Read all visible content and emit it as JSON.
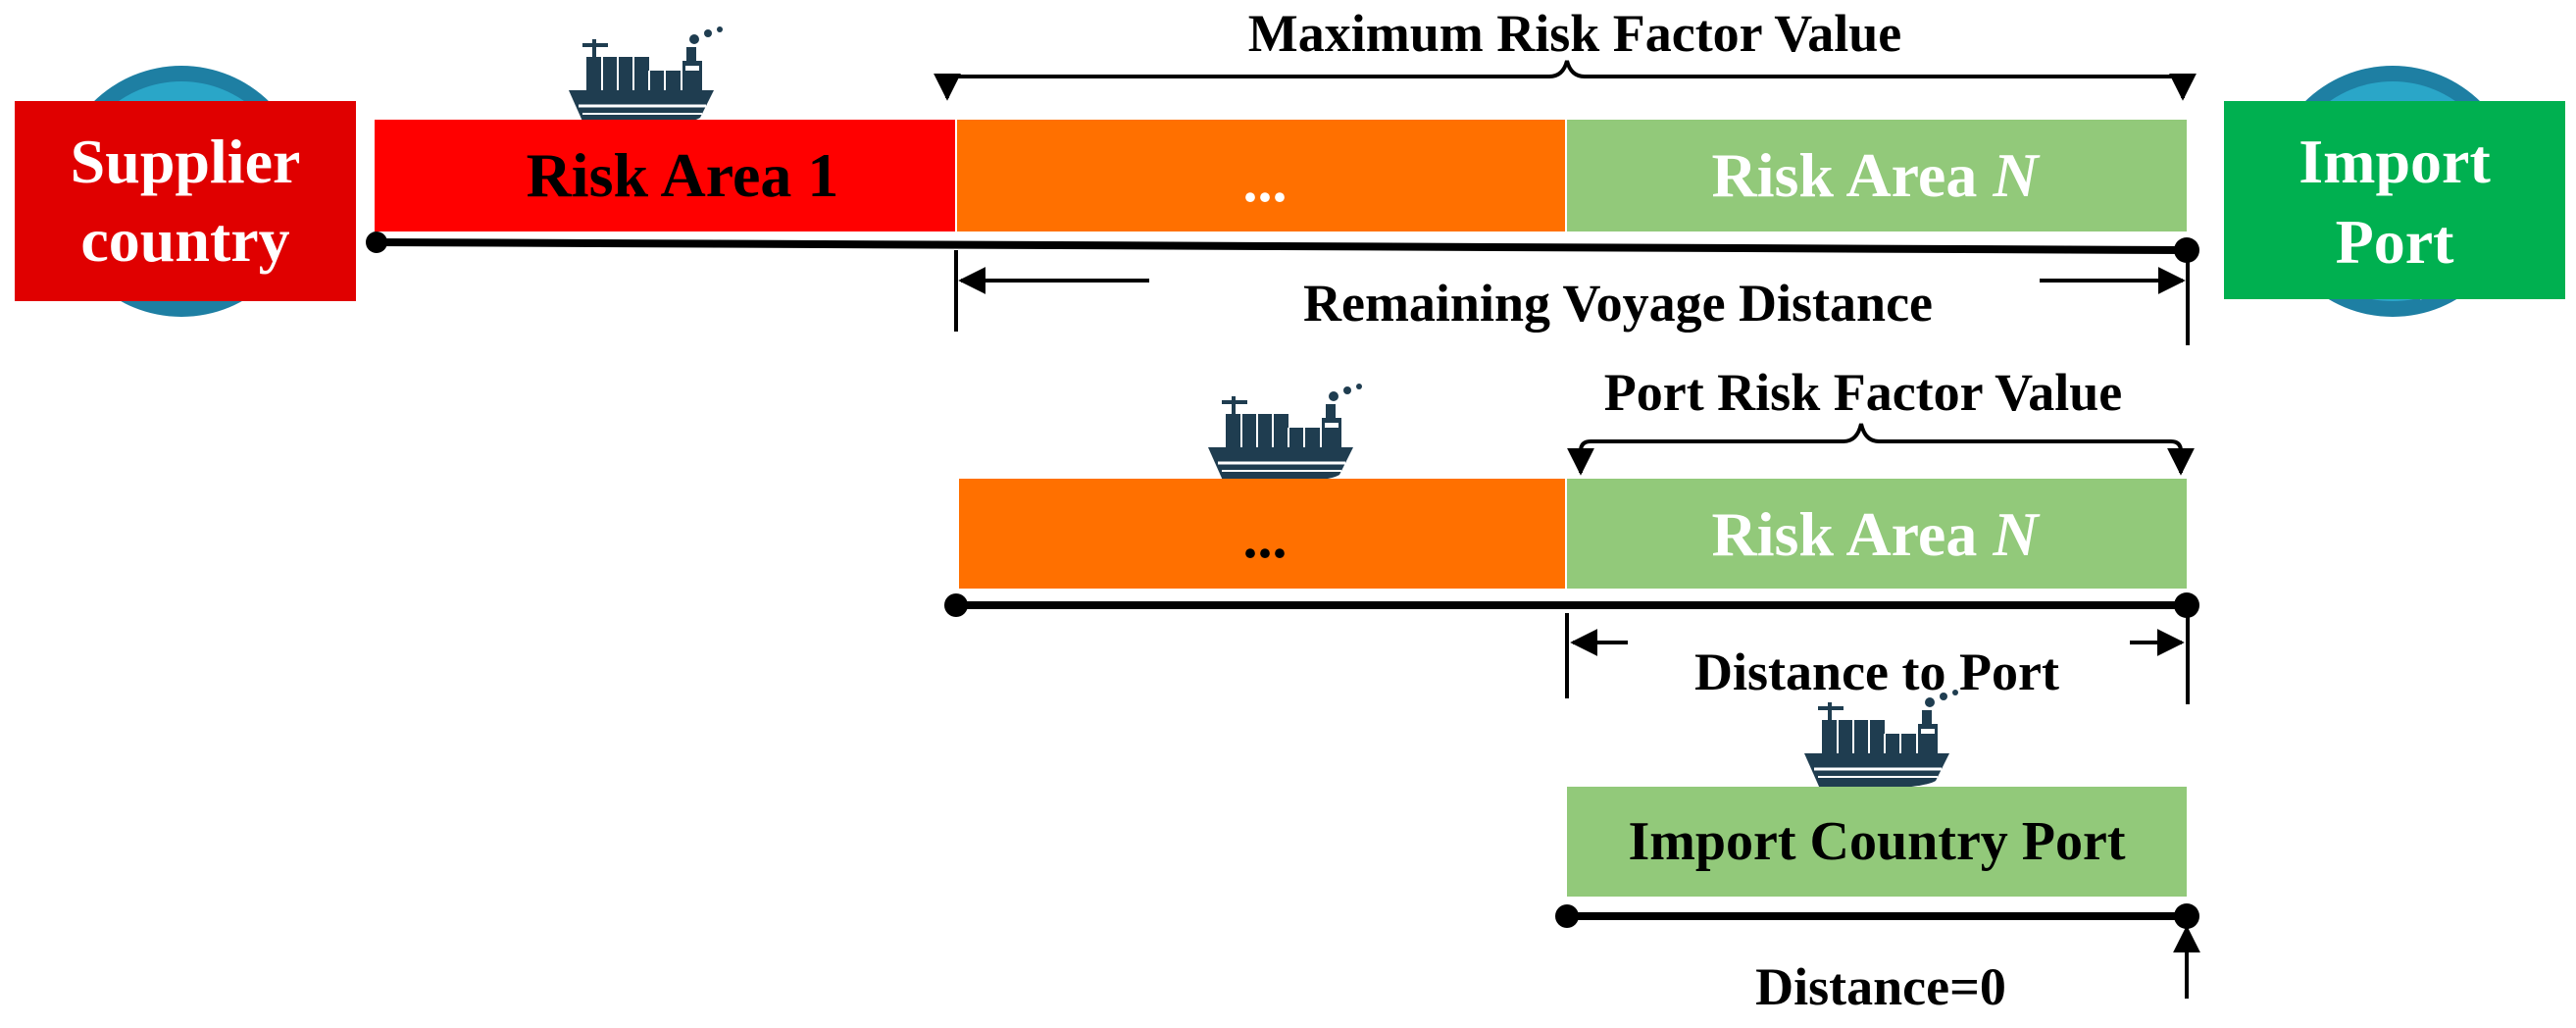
{
  "endpoints": {
    "supplier": {
      "line1": "Supplier",
      "line2": "country",
      "color": "#e00000"
    },
    "import_port": {
      "line1": "Import",
      "line2": "Port",
      "color": "#00b050"
    }
  },
  "stage1": {
    "risk_area_1": {
      "label": "Risk Area 1",
      "color": "#ff0000"
    },
    "middle": {
      "label": "...",
      "color": "#ff7000"
    },
    "risk_area_n": {
      "label_prefix": "Risk Area ",
      "label_var": "N",
      "color": "#92c97a"
    },
    "bracket_label": "Maximum Risk Factor Value",
    "distance_label": "Remaining Voyage Distance"
  },
  "stage2": {
    "middle": {
      "label": "...",
      "color": "#ff7000"
    },
    "risk_area_n": {
      "label_prefix": "Risk Area ",
      "label_var": "N",
      "color": "#92c97a"
    },
    "bracket_label": "Port Risk Factor Value",
    "distance_label": "Distance to Port"
  },
  "stage3": {
    "port_box": {
      "label": "Import Country Port",
      "color": "#92c97a"
    },
    "distance_label": "Distance=0"
  },
  "colors": {
    "ship": "#1f3d50",
    "globe_ring": "#1e7fa3",
    "globe_inner": "#2aa6c8",
    "line": "#000000",
    "area_text_dark": "#000000",
    "area_text_light": "#ffffff"
  },
  "icons": [
    "cargo-ship-icon",
    "globe-icon"
  ]
}
